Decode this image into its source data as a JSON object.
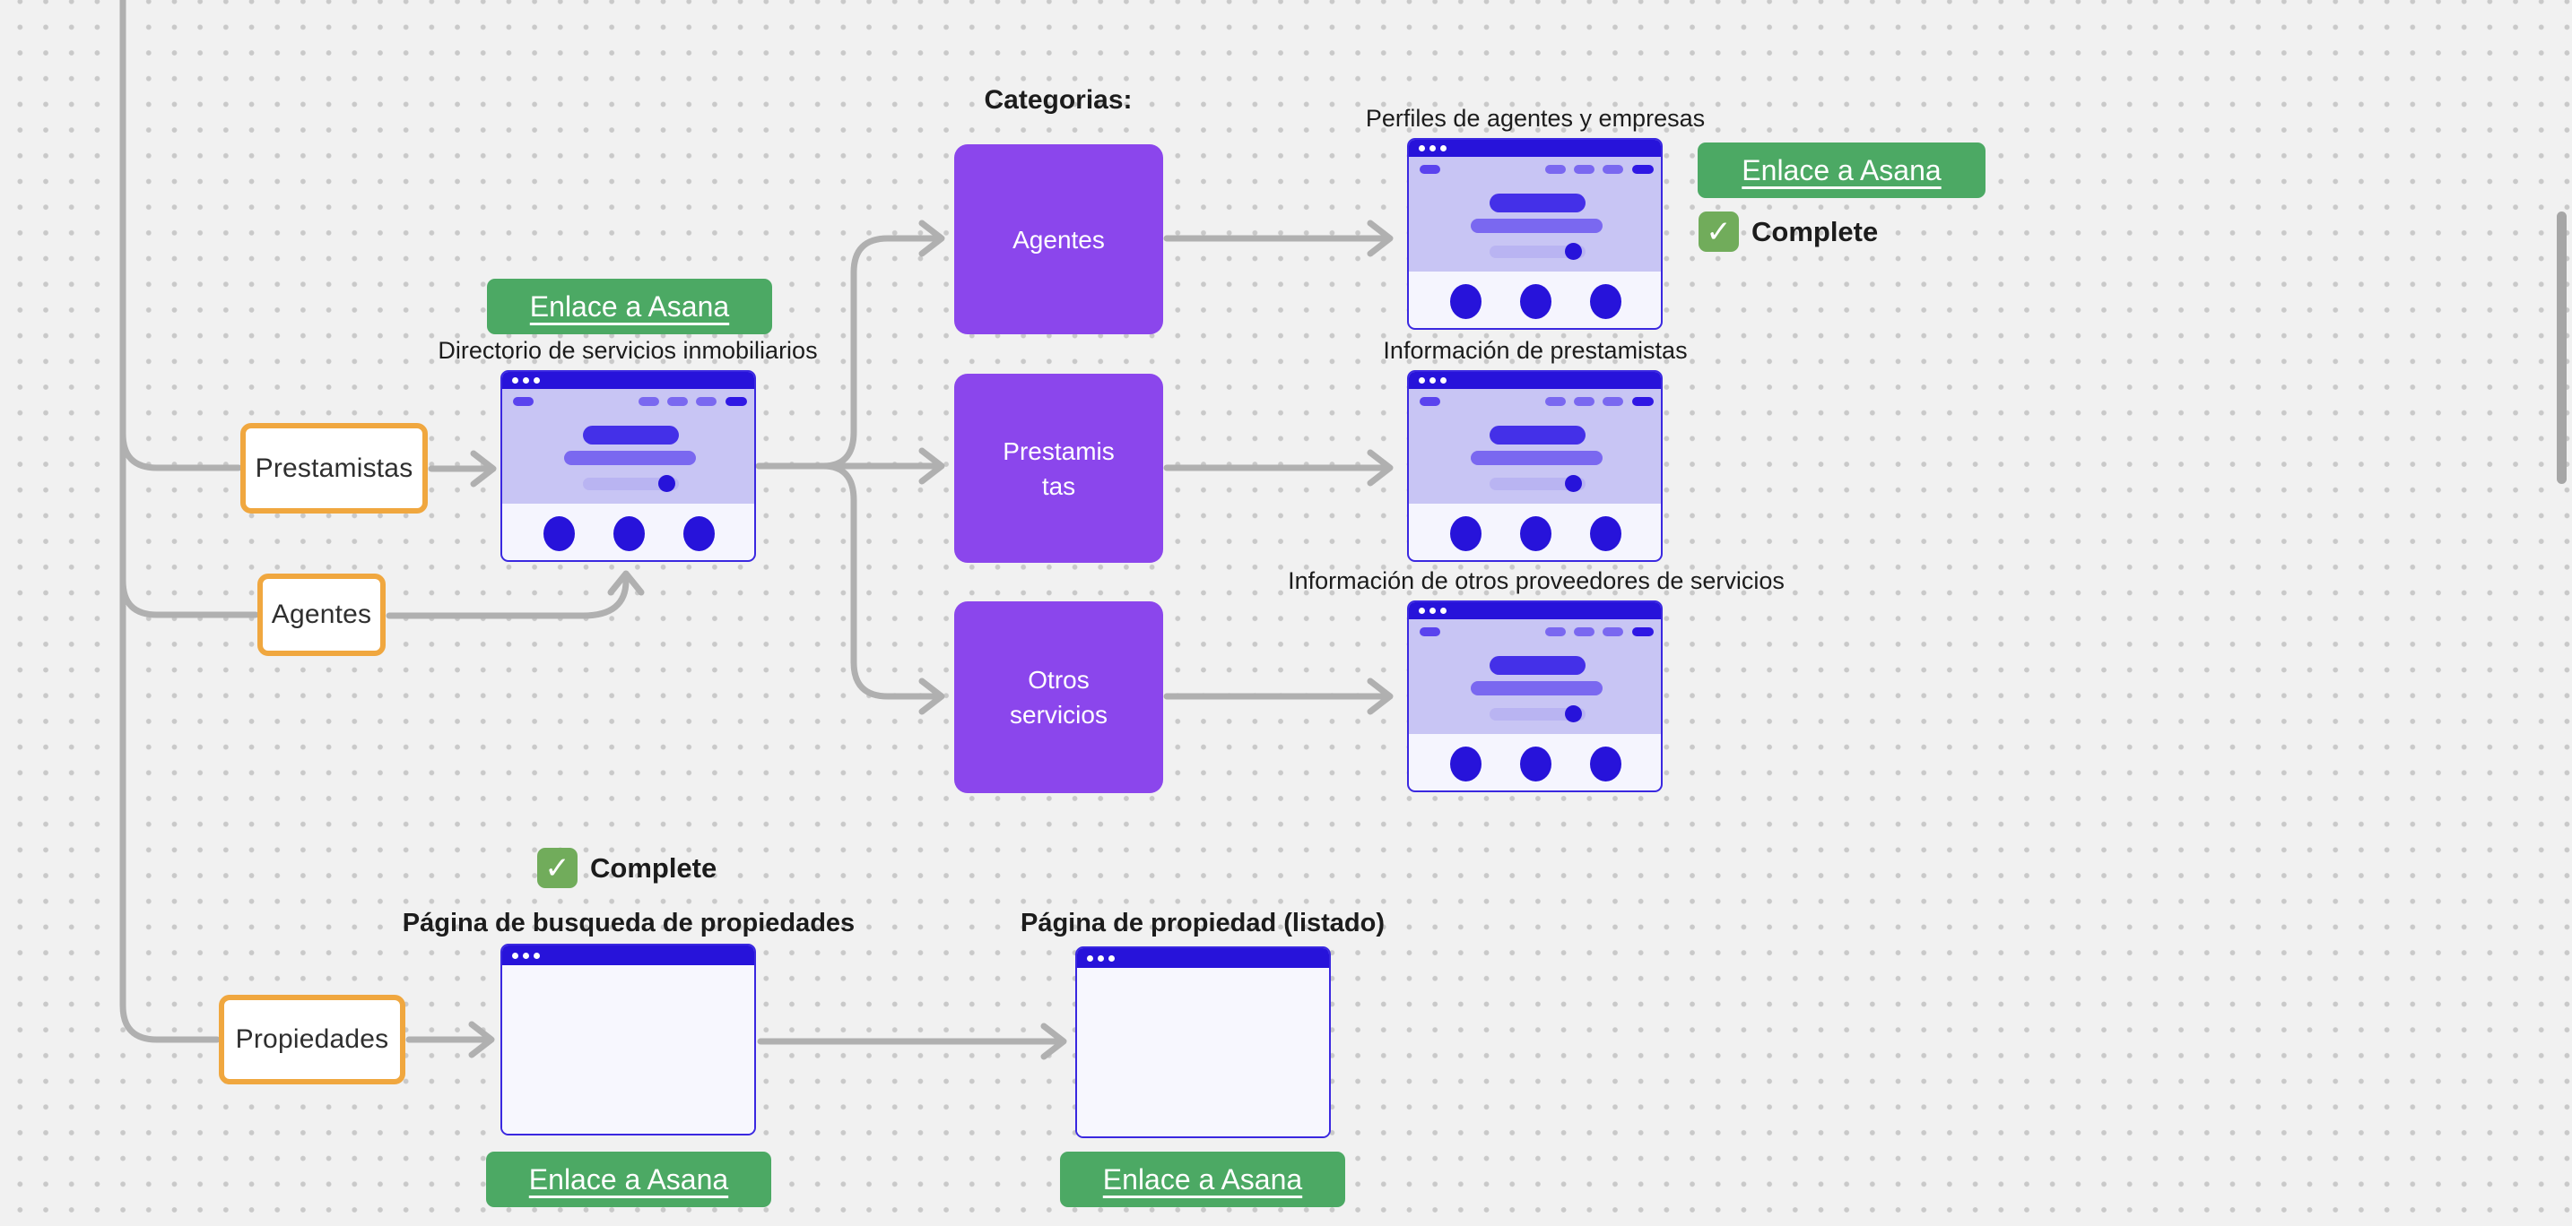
{
  "colors": {
    "canvas_bg": "#F1F1F1",
    "grid_dot": "#C9C9C9",
    "connector": "#B0B0B0",
    "node_border_orange": "#F0A73F",
    "category_purple": "#8B46EC",
    "asana_green": "#4CA964",
    "checkbox_green": "#71AC5B",
    "browser_header_blue": "#2713DA",
    "browser_body_lavender": "#C8C5F4",
    "browser_footer": "#F5F5FE",
    "browser_empty_body": "#F7F7FE",
    "browser_border": "#3A28E0",
    "pill_dark": "#4430E8",
    "pill_mid": "#7A68F0",
    "pill_light": "#B9B4F2",
    "text_dark": "#1C1C1C",
    "scrollbar_thumb": "#A6A6A6"
  },
  "source_nodes": {
    "prestamistas": "Prestamistas",
    "agentes": "Agentes",
    "propiedades": "Propiedades"
  },
  "categories": {
    "heading": "Categorias:",
    "agentes": "Agentes",
    "prestamistas": "Prestamistas",
    "otros_servicios": "Otros servicios"
  },
  "page_titles": {
    "directorio": "Directorio de servicios inmobiliarios",
    "perfiles": "Perfiles de agentes y empresas",
    "info_prestamistas": "Información de prestamistas",
    "info_otros": "Información de otros proveedores de servicios",
    "busqueda": "Página de busqueda de propiedades",
    "propiedad_listado": "Página de propiedad (listado)"
  },
  "buttons": {
    "enlace_asana": "Enlace a Asana"
  },
  "status": {
    "complete": "Complete",
    "check_glyph": "✓"
  }
}
